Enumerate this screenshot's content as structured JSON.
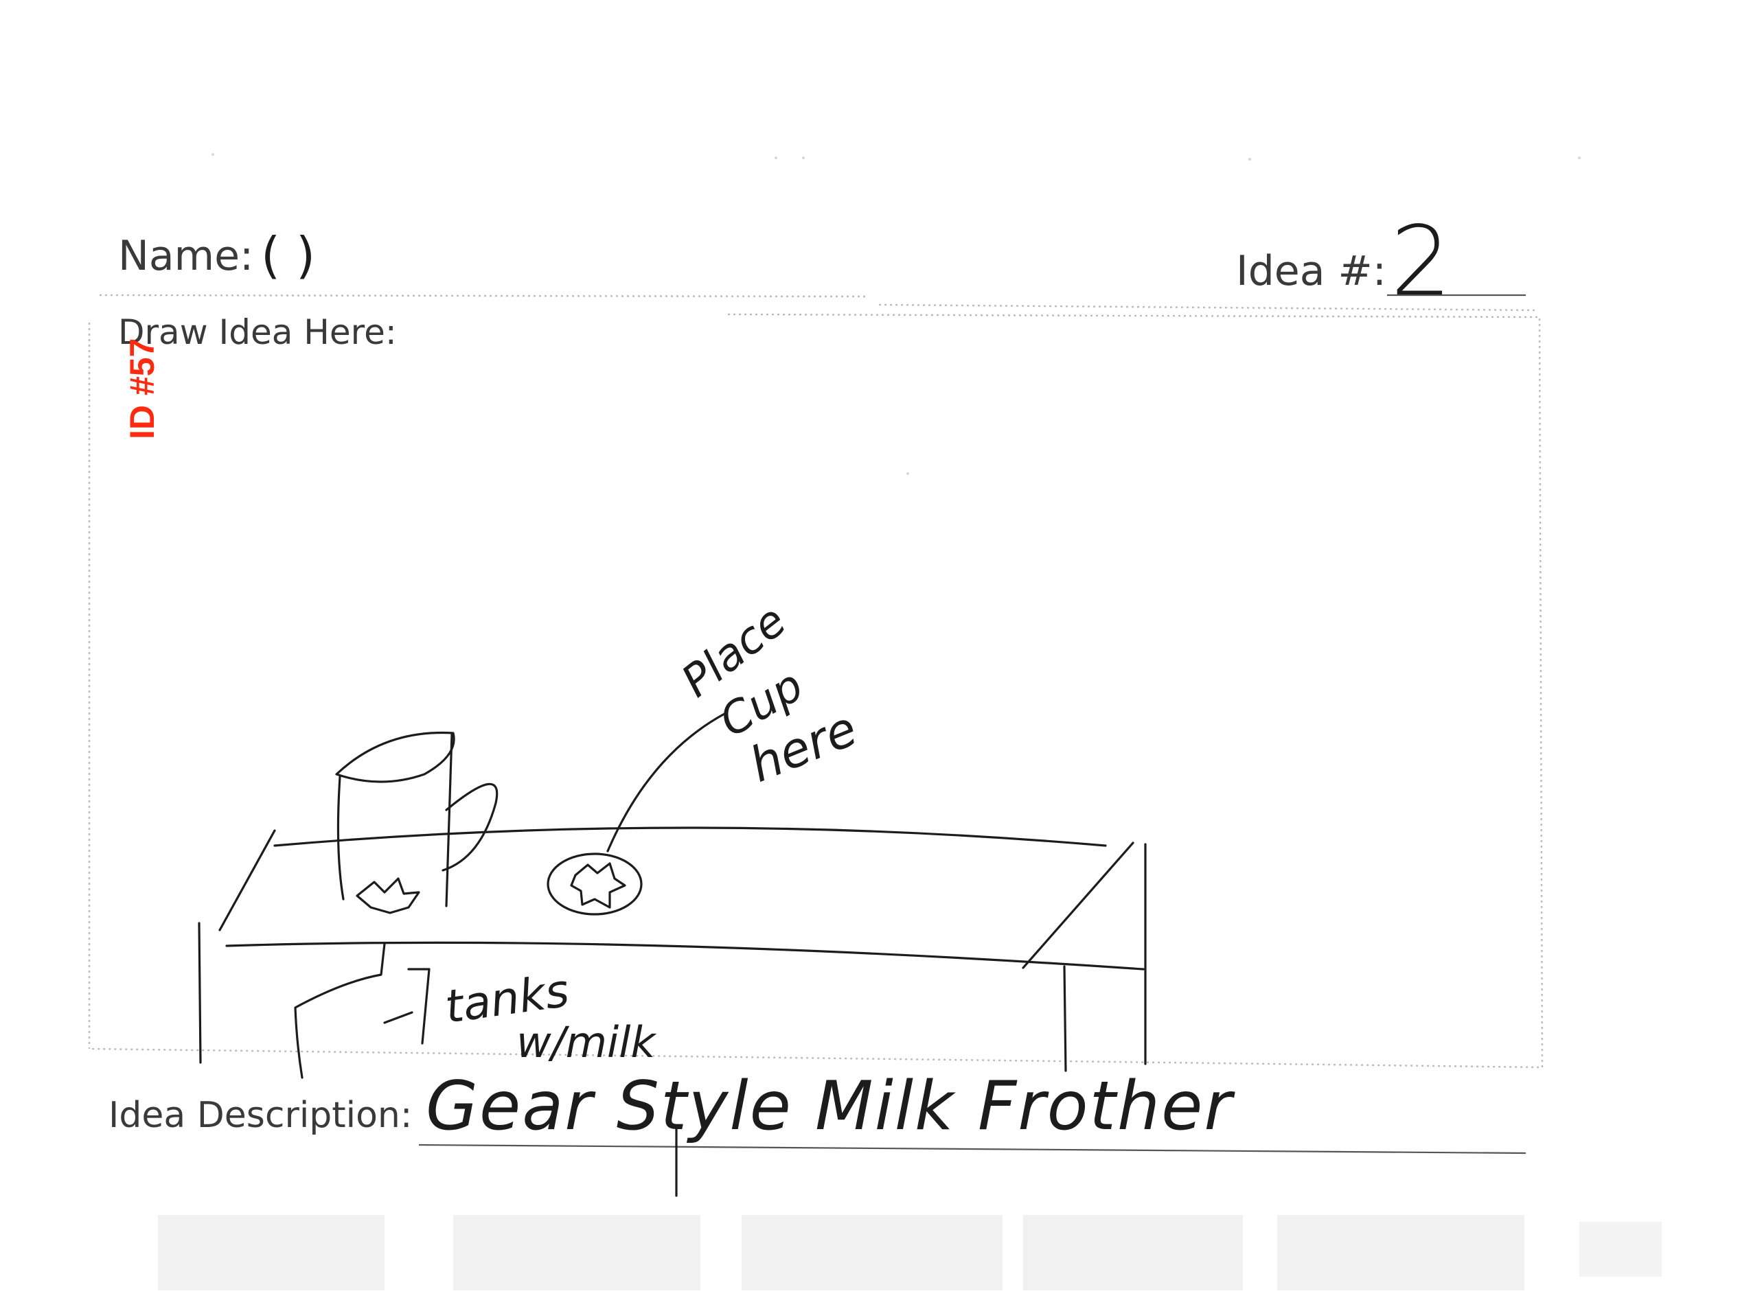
{
  "form": {
    "name_label": "Name:",
    "name_value": "(                              )",
    "idea_label": "Idea #:",
    "idea_number": "2",
    "draw_label": "Draw Idea Here:",
    "description_label": "Idea Description:",
    "description_value": "Gear Style Milk Frother"
  },
  "stamp": {
    "text": "ID #57",
    "color": "#ff2a10"
  },
  "sketch": {
    "annotation_place_cup": [
      "Place",
      "Cup",
      "here"
    ],
    "annotation_tanks": [
      "tanks",
      "w/milk"
    ]
  }
}
